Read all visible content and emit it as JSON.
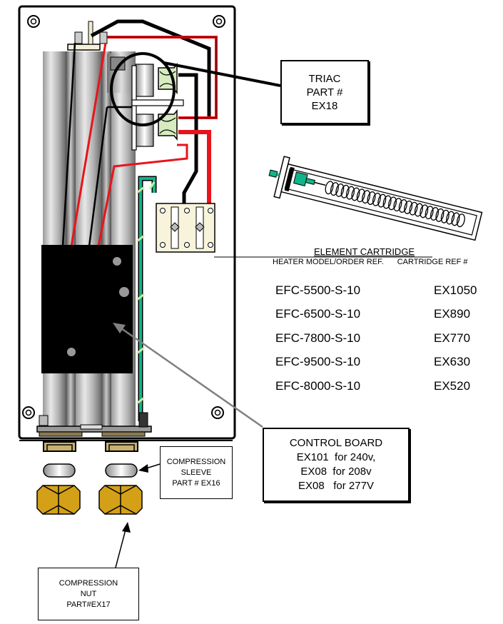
{
  "callouts": {
    "triac": {
      "lines": [
        "TRIAC",
        "PART #",
        "EX18"
      ]
    },
    "control_board": {
      "lines": [
        "CONTROL BOARD",
        "EX101  for 240v,",
        "EX08  for 208v",
        "EX08   for 277V"
      ]
    },
    "compression_sleeve": {
      "lines": [
        "COMPRESSION",
        "SLEEVE",
        "PART # EX16"
      ]
    },
    "compression_nut": {
      "lines": [
        "COMPRESSION",
        "NUT",
        "PART#EX17"
      ]
    }
  },
  "element_cartridge": {
    "title": "ELEMENT CARTRIDGE",
    "columns": [
      "HEATER MODEL/ORDER REF.",
      "CARTRIDGE REF #"
    ],
    "rows": [
      {
        "model": "EFC-5500-S-10",
        "cartridge": "EX1050"
      },
      {
        "model": "EFC-6500-S-10",
        "cartridge": "EX890"
      },
      {
        "model": "EFC-7800-S-10",
        "cartridge": "EX770"
      },
      {
        "model": "EFC-9500-S-10",
        "cartridge": "EX630"
      },
      {
        "model": "EFC-8000-S-10",
        "cartridge": "EX520"
      }
    ]
  },
  "colors": {
    "red_wire": "#e8141a",
    "black_wire": "#000000",
    "ground_wire": "#10b58a",
    "triac_green": "#d6ecc0",
    "brass": "#d4a017",
    "board_black": "#000000",
    "arrow_gray": "#808080"
  }
}
